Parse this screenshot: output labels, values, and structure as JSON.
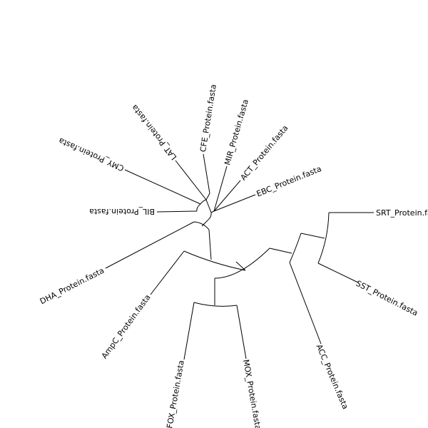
{
  "tree": {
    "layout": "fan",
    "tips": [
      {
        "id": "srt",
        "label": "SRT_Protein.fasta"
      },
      {
        "id": "sst",
        "label": "SST_Protein.fasta"
      },
      {
        "id": "acc",
        "label": "ACC_Protein.fasta"
      },
      {
        "id": "mox",
        "label": "MOX_Protein.fasta"
      },
      {
        "id": "fox",
        "label": "FOX_Protein.fasta"
      },
      {
        "id": "ampc",
        "label": "AmpC_Protein.fasta"
      },
      {
        "id": "dha",
        "label": "DHA_Protein.fasta"
      },
      {
        "id": "bil",
        "label": "BIL_Protein.fasta"
      },
      {
        "id": "cmy",
        "label": "CMY_Protein.fasta"
      },
      {
        "id": "lat",
        "label": "LAT_Protein.fasta"
      },
      {
        "id": "cfe",
        "label": "CFE_Protein.fasta"
      },
      {
        "id": "mir",
        "label": "MIR_Protein.fasta"
      },
      {
        "id": "act",
        "label": "ACT_Protein.fasta"
      },
      {
        "id": "ebc",
        "label": "EBC_Protein.fasta"
      }
    ]
  }
}
